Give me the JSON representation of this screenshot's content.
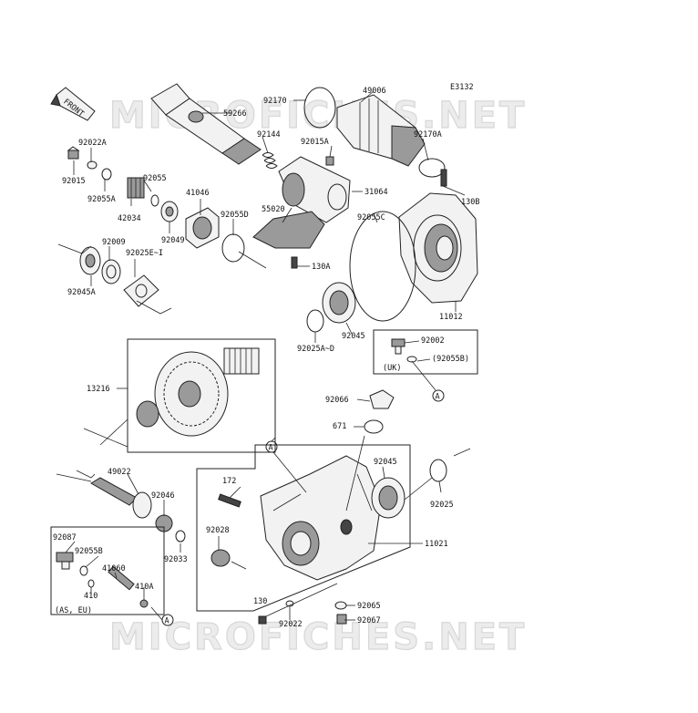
{
  "diagram_code": "E3132",
  "watermark": "MICROFICHES.NET",
  "front_label": "FRONT",
  "note_uk": "(UK)",
  "note_as_eu": "(AS, EU)",
  "ref_marker": "A",
  "labels": {
    "p92022a": "92022A",
    "p92015": "92015",
    "p92055a": "92055A",
    "p92055": "92055",
    "p42034": "42034",
    "p92049": "92049",
    "p41046": "41046",
    "p92055d": "92055D",
    "p59266": "59266",
    "p92144": "92144",
    "p92170": "92170",
    "p49006": "49006",
    "p92015a": "92015A",
    "p92170a": "92170A",
    "p31064": "31064",
    "p130b": "130B",
    "p55020": "55020",
    "p92055c": "92055C",
    "p130a": "130A",
    "p92009": "92009",
    "p92025e": "92025E~I",
    "p92045a": "92045A",
    "p11012": "11012",
    "p92045": "92045",
    "p92025ad": "92025A~D",
    "p92002": "92002",
    "p92055b_paren": "(92055B)",
    "p13216": "13216",
    "p92066": "92066",
    "p671": "671",
    "p172": "172",
    "p92045b": "92045",
    "p49022": "49022",
    "p92046": "92046",
    "p92025": "92025",
    "p92028": "92028",
    "p92033": "92033",
    "p11021": "11021",
    "p92087": "92087",
    "p92055b": "92055B",
    "p41060": "41060",
    "p410": "410",
    "p410a": "410A",
    "p130": "130",
    "p92022": "92022",
    "p92065": "92065",
    "p92067": "92067"
  }
}
